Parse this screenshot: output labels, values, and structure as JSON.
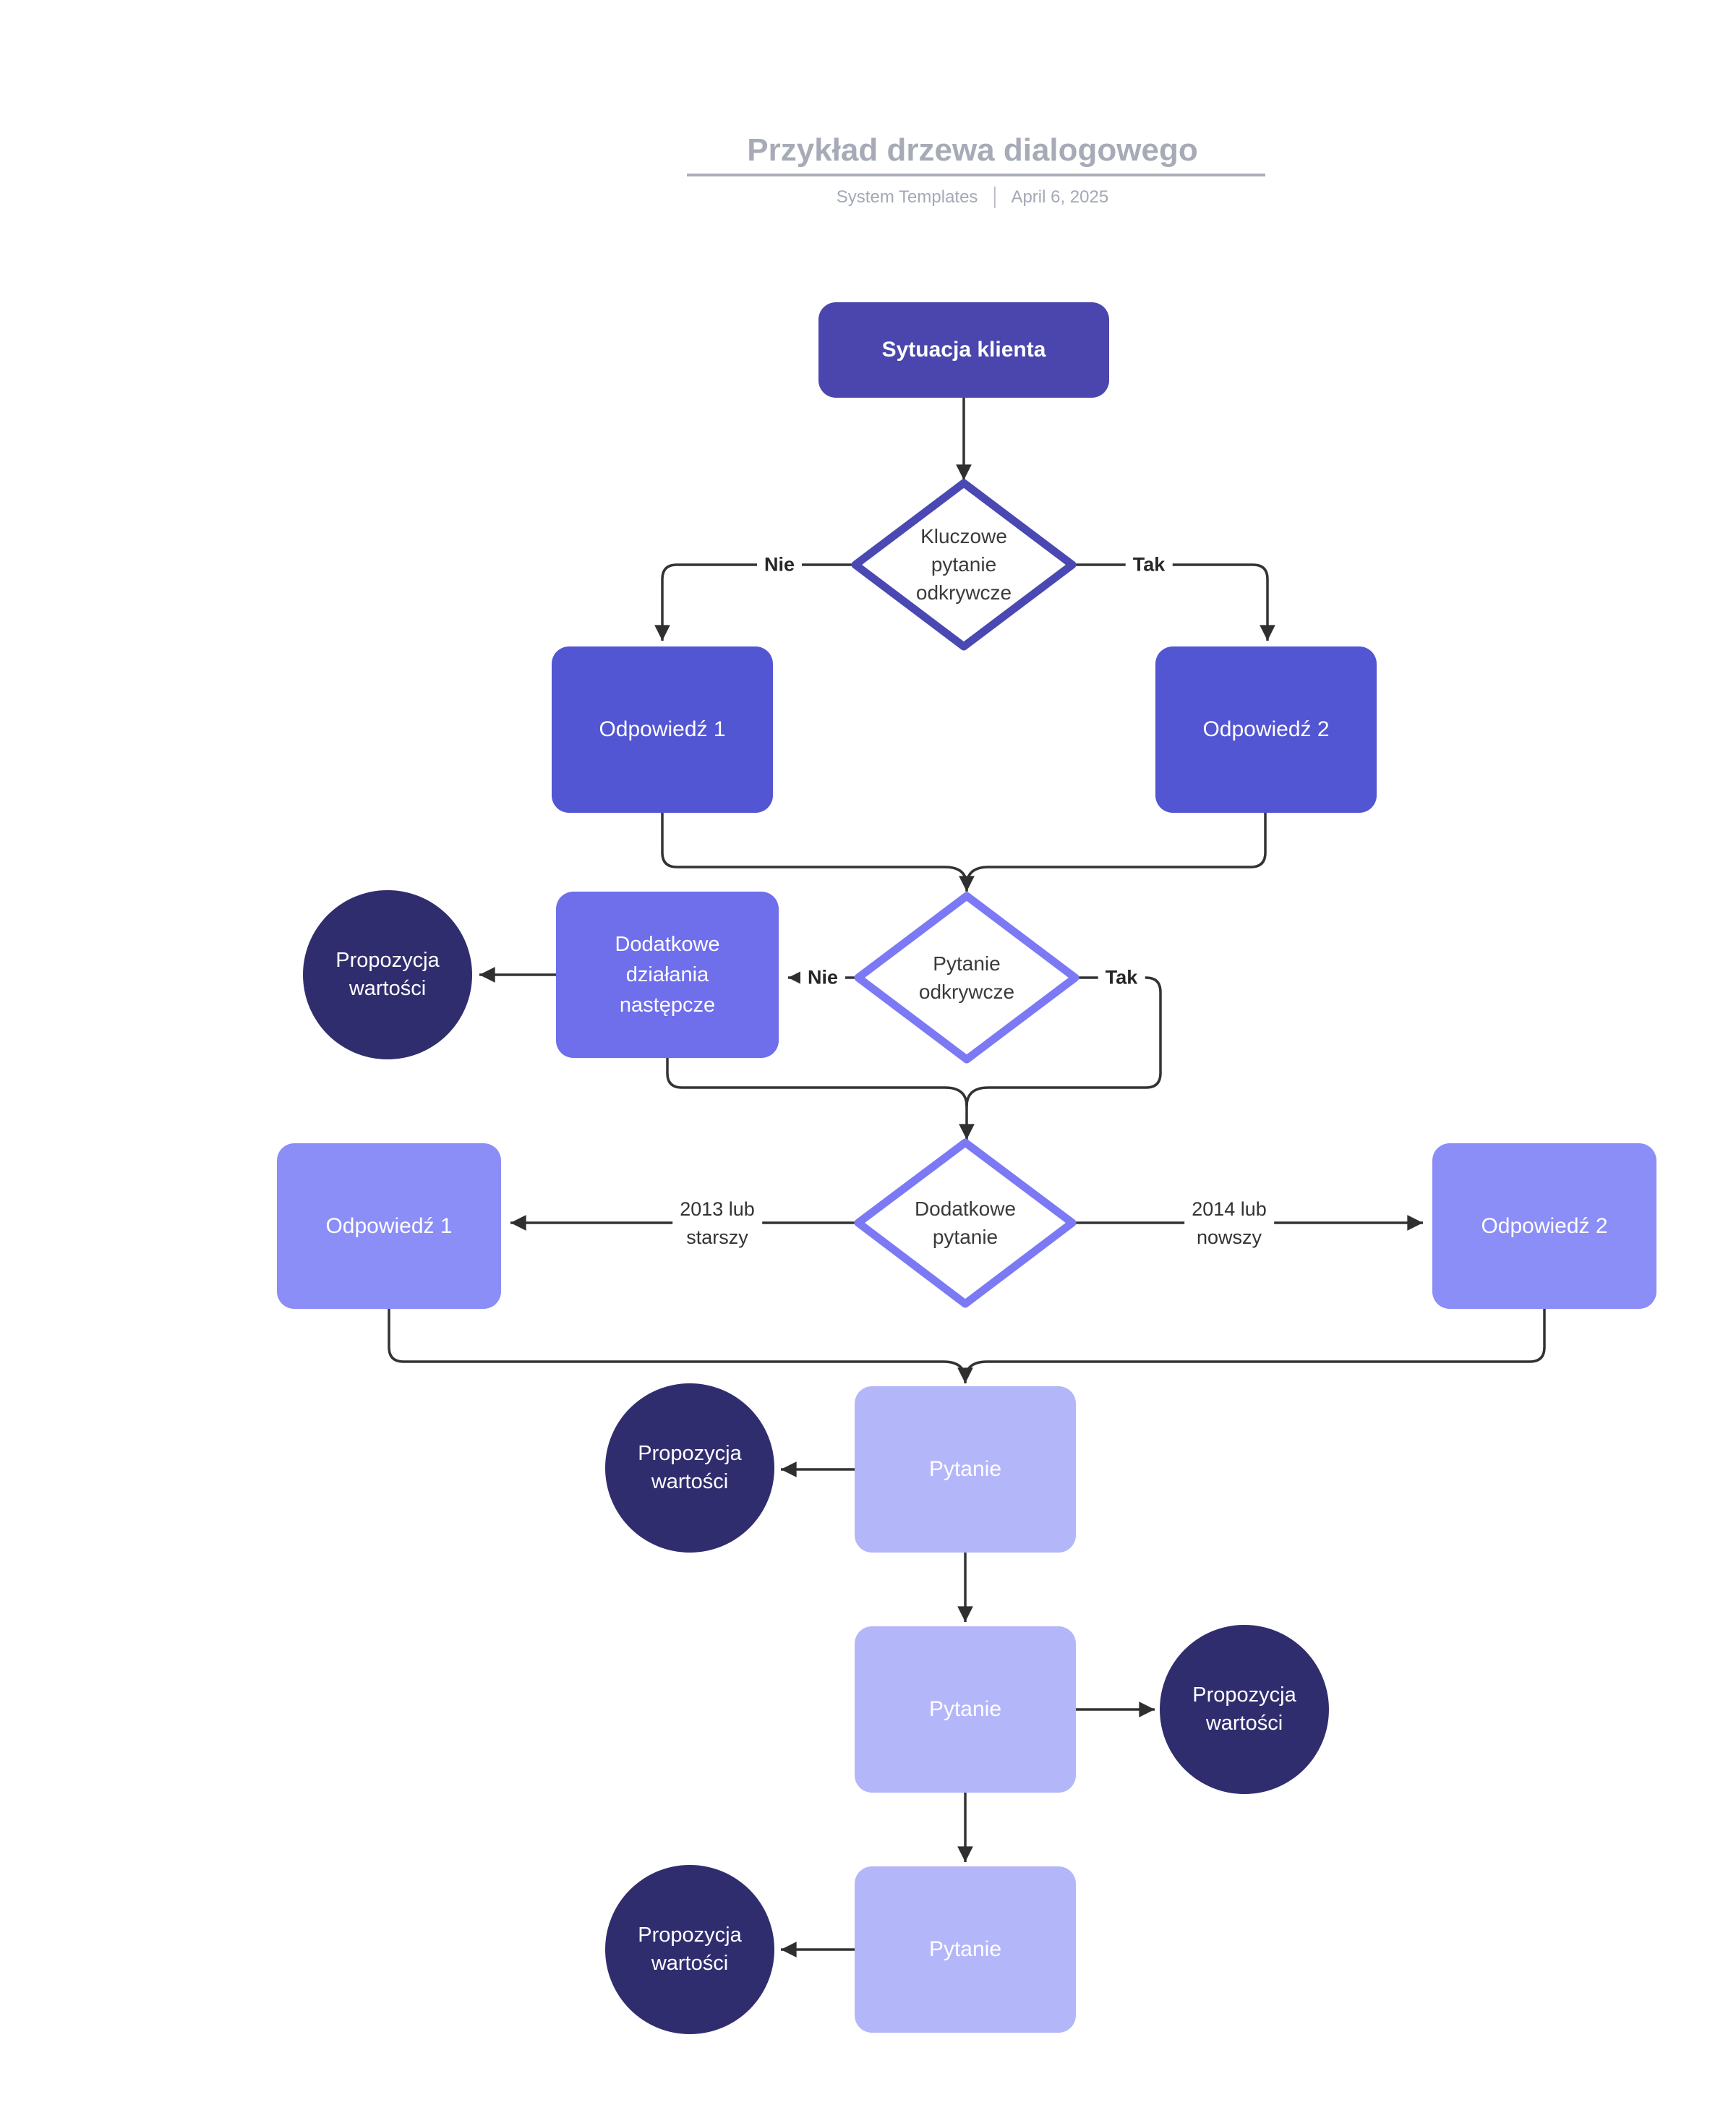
{
  "header": {
    "title": "Przykład drzewa dialogowego",
    "brand": "System Templates",
    "date": "April 6, 2025"
  },
  "nodes": {
    "start": "Sytuacja klienta",
    "decision_key_question": "Kluczowe\npytanie\nodkrywcze",
    "answer1_top": "Odpowiedź 1",
    "answer2_top": "Odpowiedź 2",
    "decision_discovery": "Pytanie\nodkrywcze",
    "followup_actions": "Dodatkowe\ndziałania\nnastępcze",
    "decision_additional": "Dodatkowe\npytanie",
    "answer1_mid": "Odpowiedź 1",
    "answer2_mid": "Odpowiedź 2",
    "question1": "Pytanie",
    "question2": "Pytanie",
    "question3": "Pytanie",
    "value_prop1": "Propozycja\nwartości",
    "value_prop2": "Propozycja\nwartości",
    "value_prop3": "Propozycja\nwartości",
    "value_prop4": "Propozycja\nwartości"
  },
  "edge_labels": {
    "no1": "Nie",
    "yes1": "Tak",
    "no2": "Nie",
    "yes2": "Tak",
    "older": "2013 lub\nstarszy",
    "newer": "2014 lub\nnowszy"
  },
  "colors": {
    "start_box": "#4a46ad",
    "answer_top_box": "#5356d2",
    "followup_box": "#6f6eeb",
    "answer_mid_box": "#8b8ef6",
    "question_box": "#b4b6fa",
    "circle": "#302d6f",
    "diamond_border_dark": "#4a48b2",
    "diamond_border_light": "#7b79f4",
    "connector": "#2f2f2f",
    "title_gray": "#a6abb6"
  }
}
